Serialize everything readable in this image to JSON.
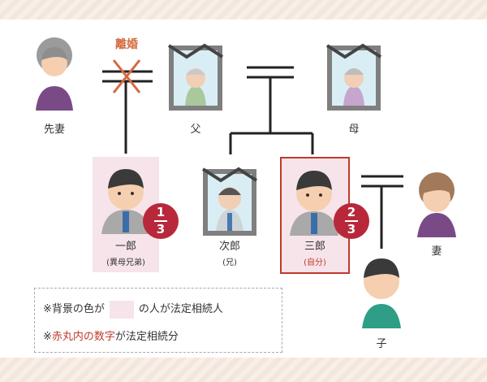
{
  "divorce_label": "離婚",
  "people": {
    "former_wife": "先妻",
    "father": "父",
    "mother": "母",
    "ichiro": "一郎",
    "ichiro_note": "(異母兄弟)",
    "jiro": "次郎",
    "jiro_note": "(兄)",
    "saburo": "三郎",
    "saburo_note": "(自分)",
    "wife": "妻",
    "child": "子"
  },
  "shares": {
    "ichiro": {
      "numerator": "1",
      "denominator": "3"
    },
    "saburo": {
      "numerator": "2",
      "denominator": "3"
    }
  },
  "legend": {
    "line1_prefix": "※背景の色が",
    "line1_suffix": "の人が法定相続人",
    "line2_mark": "※",
    "line2_red": "赤丸内の数字",
    "line2_suffix": "が法定相続分"
  },
  "colors": {
    "highlight": "#f6e4ea",
    "accent": "#b8283a"
  }
}
